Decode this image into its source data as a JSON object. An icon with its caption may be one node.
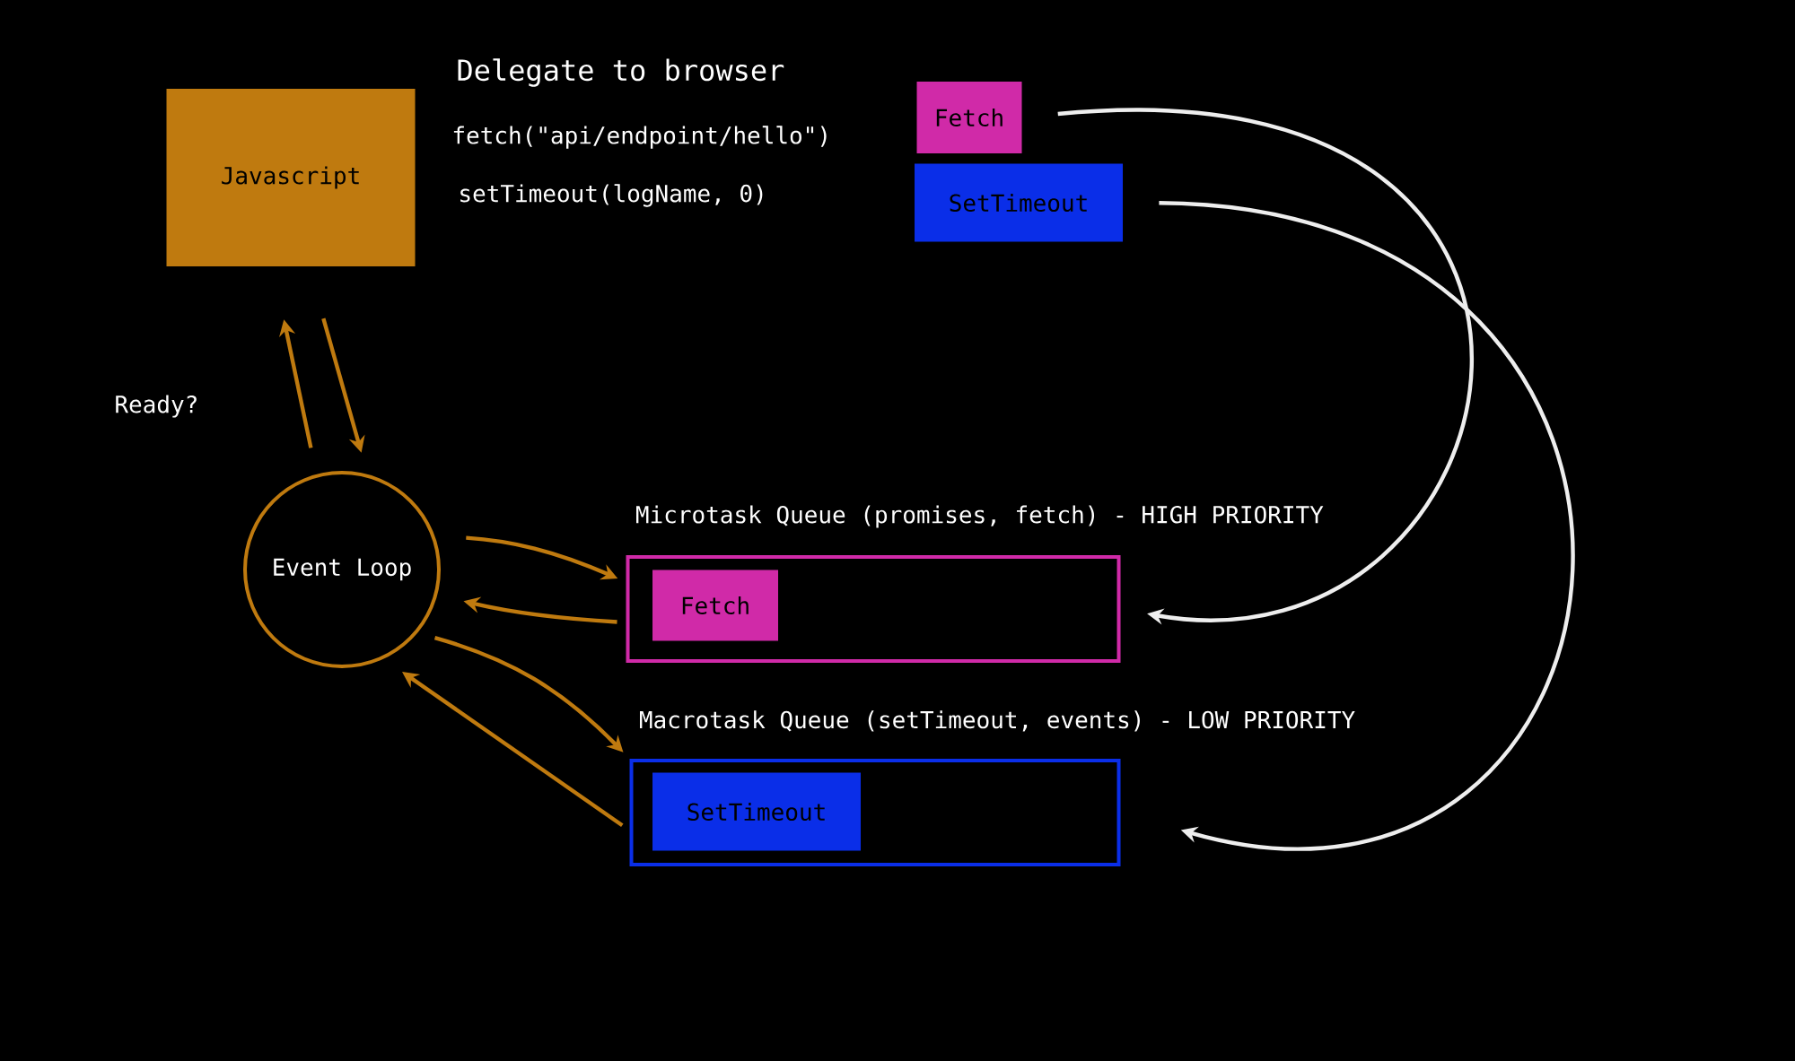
{
  "diagram": {
    "nodes": [
      {
        "text": [
          "Javascript"
        ]
      },
      {
        "text": [
          "Event Loop"
        ]
      },
      {
        "text": [
          "Fetch"
        ]
      },
      {
        "text": [
          "SetTimeout"
        ]
      },
      {
        "text": [
          "Microtask Queue (promises, fetch) - HIGH PRIORITY"
        ]
      },
      {
        "text": [
          "Fetch"
        ],
        "in": 4
      },
      {
        "text": [
          "Macrotask Queue (setTimeout, events) - LOW PRIORITY"
        ]
      },
      {
        "text": [
          "SetTimeout"
        ],
        "in": 6
      }
    ],
    "edges": [
      {
        "from": 1,
        "to": 0,
        "arrow": "to"
      },
      {
        "from": 0,
        "to": 1,
        "arrow": "to"
      },
      {
        "from": 1,
        "to": 4,
        "arrow": "to"
      },
      {
        "from": 4,
        "to": 1,
        "arrow": "to"
      },
      {
        "from": 1,
        "to": 6,
        "arrow": "to"
      },
      {
        "from": 6,
        "to": 1,
        "arrow": "to"
      },
      {
        "from": 2,
        "to": 4,
        "arrow": "to",
        "color": "#eeeeee"
      },
      {
        "from": 3,
        "to": 6,
        "arrow": "to",
        "color": "#eeeeee"
      }
    ],
    "labels": [
      "Delegate to browser",
      "fetch(\"api/endpoint/hello\")",
      "setTimeout(logName, 0)",
      "Ready?"
    ]
  }
}
